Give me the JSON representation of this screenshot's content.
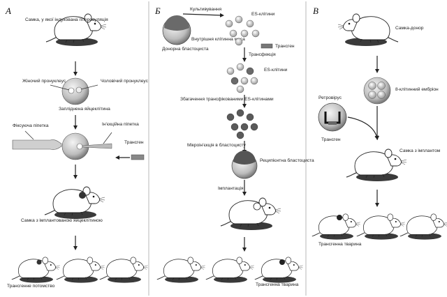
{
  "panels": {
    "a": {
      "heading": "А",
      "female_superovulation": "Самка, у якої індукована гіперовуляція",
      "female_pronucleus": "Жіночий пронуклеус",
      "male_pronucleus": "Чоловічий пронуклеус",
      "fertilized_egg": "Запліднена яйцеклітина",
      "holding_pipette": "Фіксуюча піпетка",
      "injection_pipette": "Ін'єкційна піпетка",
      "transgene": "Трансген",
      "female_implanted": "Самка з імплантованою яйцеклітиною",
      "transgenic_offspring": "Трансгенне потомство"
    },
    "b": {
      "heading": "Б",
      "cultivation": "Культивування",
      "es_cells": "ES-клітини",
      "donor_blastocyst": "Донорна бластоциста",
      "inner_cell_mass": "Внутрішня клітинна маса",
      "transgene": "Трансген",
      "transfection": "Трансфекція",
      "es_cells_2": "ES-клітини",
      "enrichment": "Збагачення трансфікованими ES-клітинами",
      "microinjection": "Мікроін'єкція в бластоцисту",
      "recipient_blastocyst": "Реципієнтна бластоциста",
      "implantation": "Імплантація",
      "transgenic_animal": "Трансгенна тварина"
    },
    "c": {
      "heading": "В",
      "female_donor": "Самка-донор",
      "embryo_8cell": "8-клітинний ембріон",
      "retrovirus": "Ретровірус",
      "transgene": "Трансген",
      "female_implant": "Самка з імплантом",
      "transgenic_animal": "Трансгенна тварина"
    }
  }
}
